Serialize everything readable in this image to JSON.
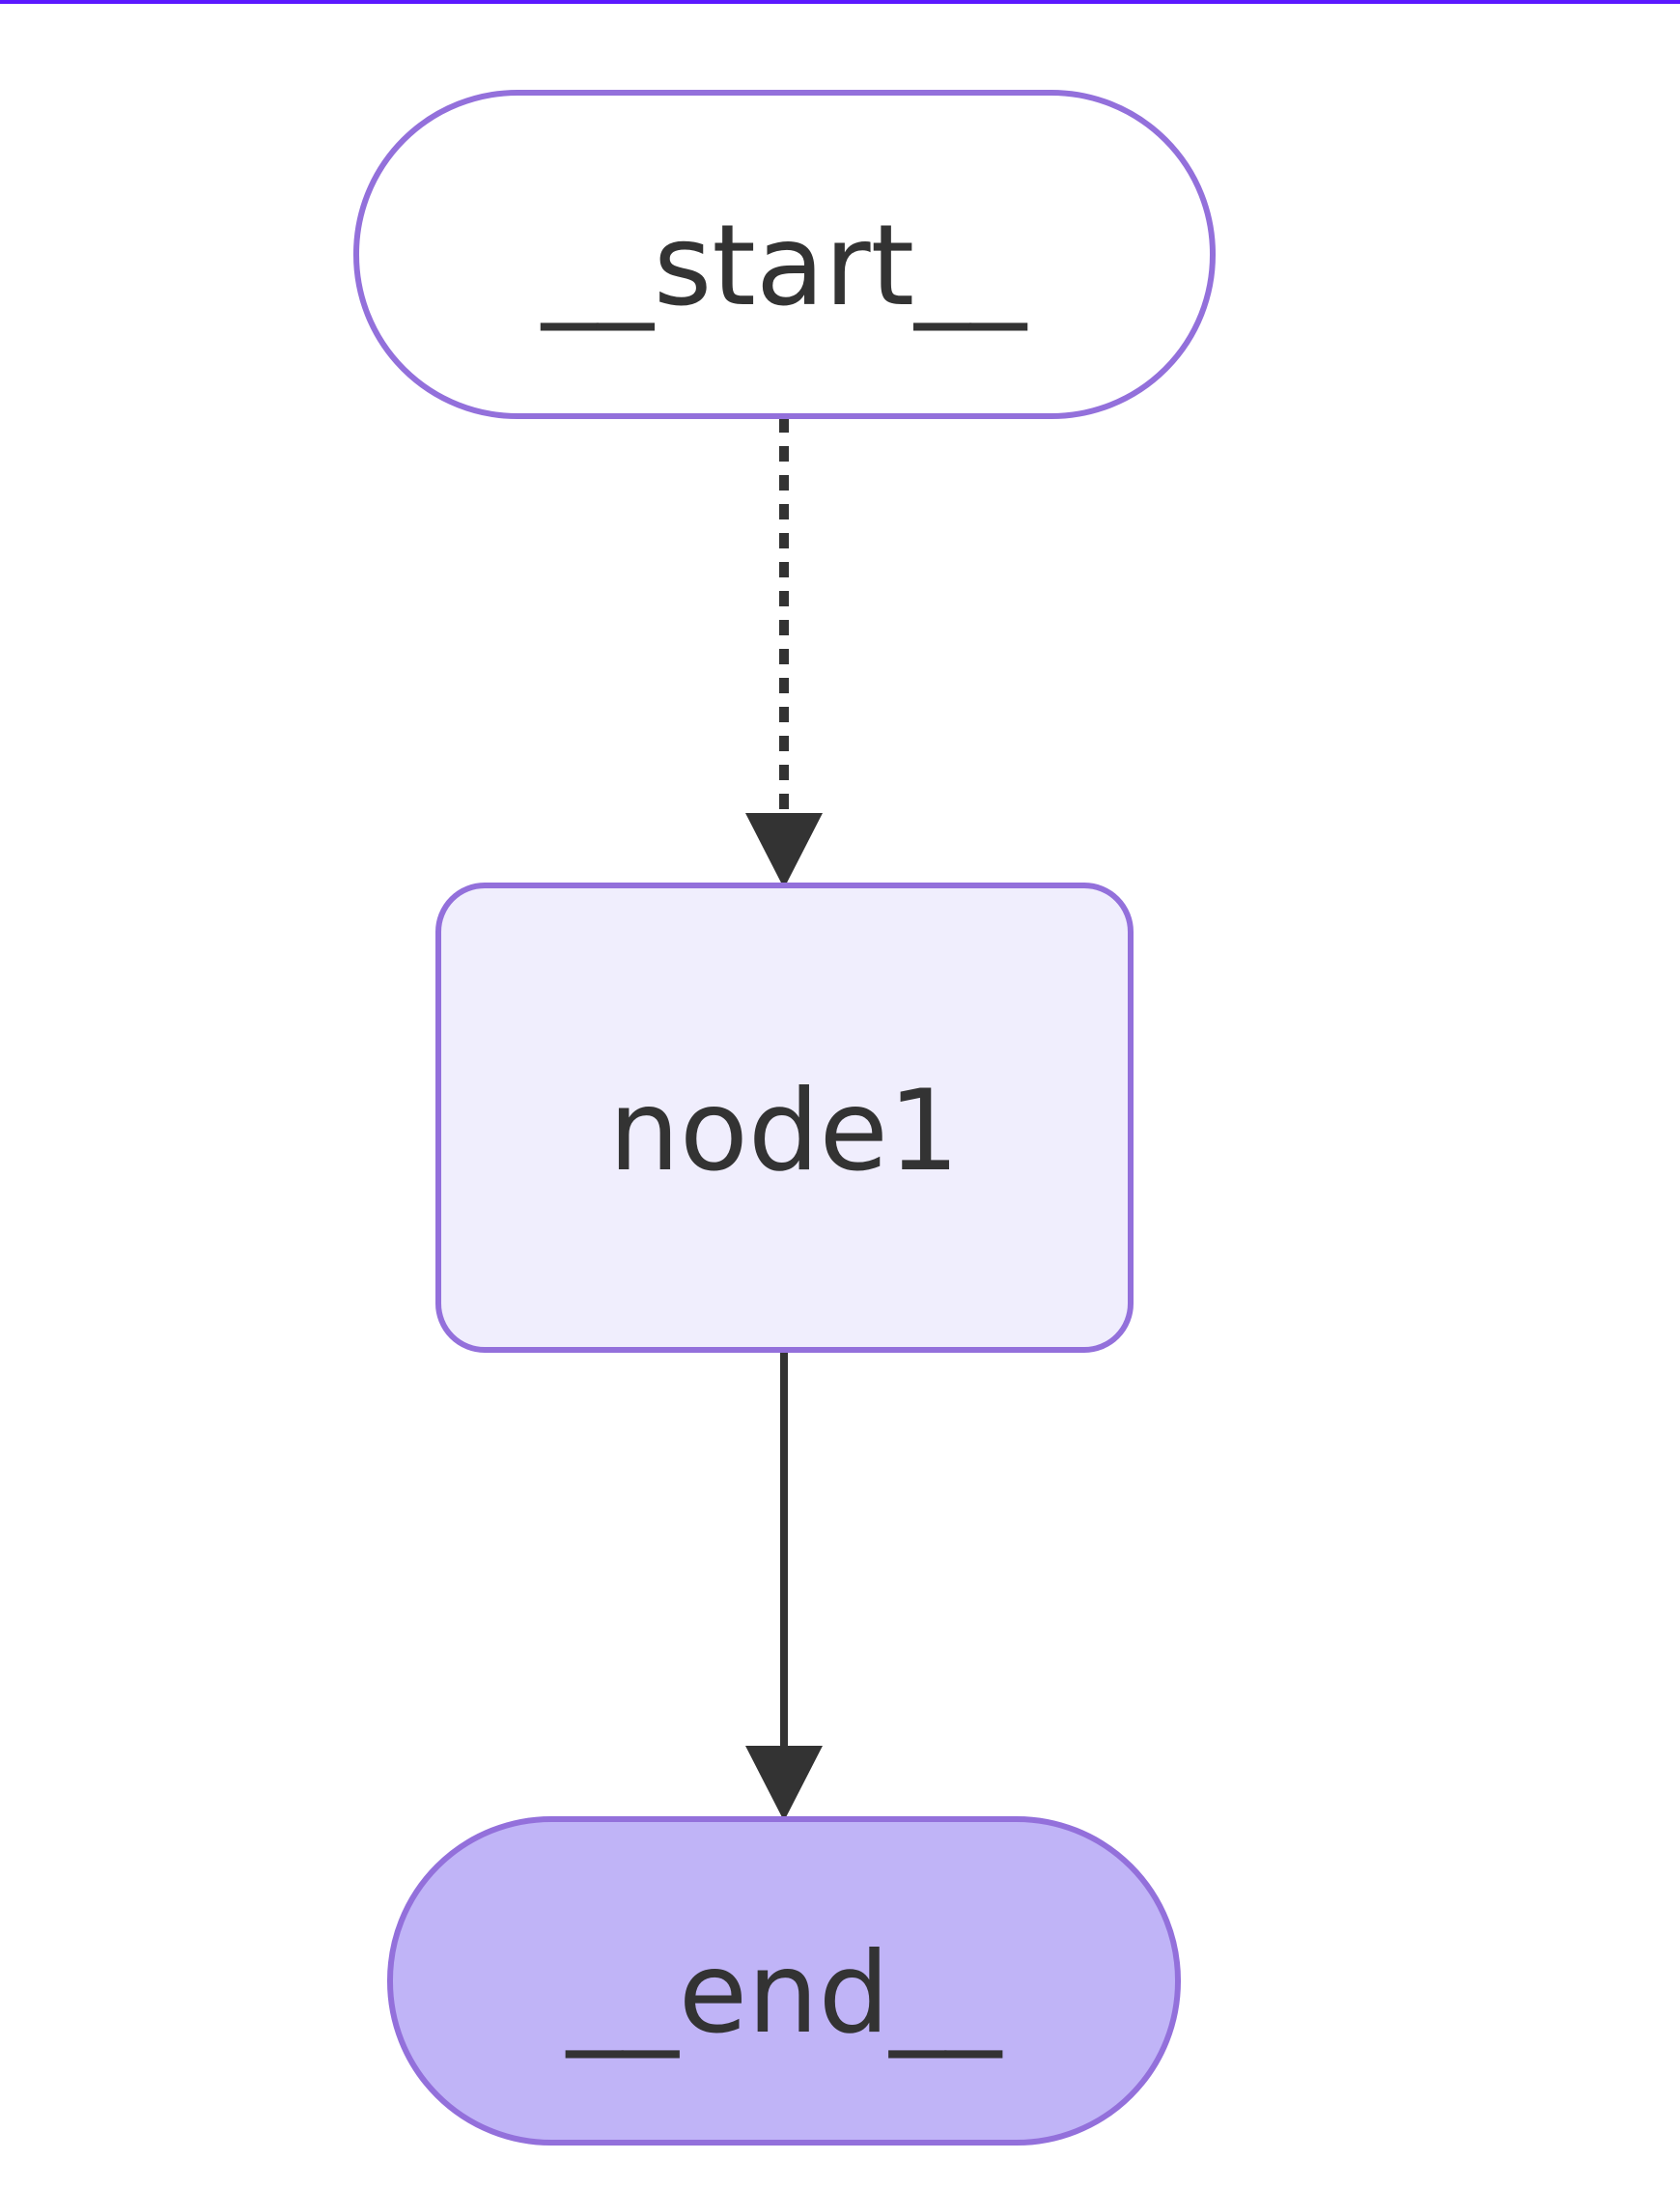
{
  "diagram": {
    "type": "flowchart",
    "direction": "top-to-bottom",
    "colors": {
      "frame_top_border": "#5b18ff",
      "node_stroke": "#9370db",
      "start_fill": "#ffffff",
      "node1_fill": "#f0eefd",
      "end_fill": "#c0b4f7",
      "text": "#333333",
      "edge": "#333333"
    },
    "nodes": [
      {
        "id": "start",
        "label": "__start__",
        "shape": "stadium"
      },
      {
        "id": "node1",
        "label": "node1",
        "shape": "rounded-rectangle"
      },
      {
        "id": "end",
        "label": "__end__",
        "shape": "stadium"
      }
    ],
    "edges": [
      {
        "from": "start",
        "to": "node1",
        "style": "dashed"
      },
      {
        "from": "node1",
        "to": "end",
        "style": "solid"
      }
    ]
  }
}
